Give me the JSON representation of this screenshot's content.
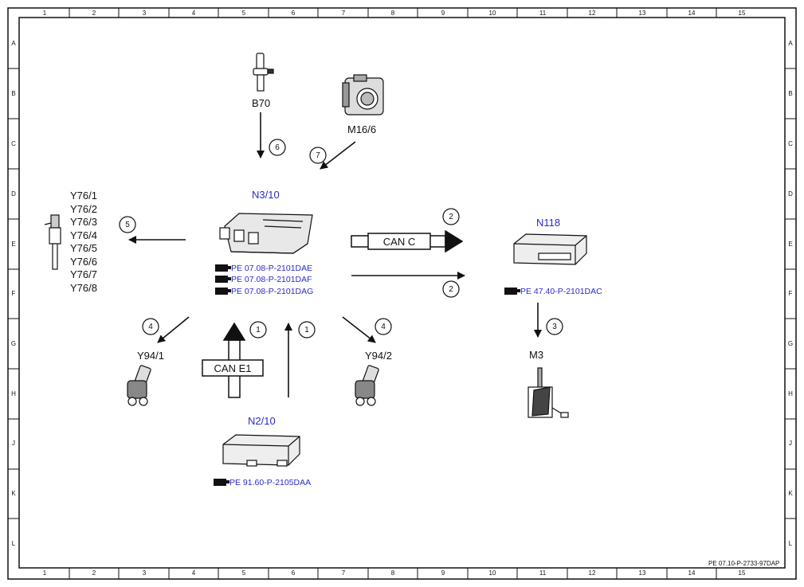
{
  "frame": {
    "columns": [
      "1",
      "2",
      "3",
      "4",
      "5",
      "6",
      "7",
      "8",
      "9",
      "10",
      "11",
      "12",
      "13",
      "14",
      "15"
    ],
    "rows": [
      "A",
      "B",
      "C",
      "D",
      "E",
      "F",
      "G",
      "H",
      "J",
      "K",
      "L"
    ]
  },
  "components": {
    "b70": "B70",
    "m16": "M16/6",
    "n3": "N3/10",
    "n118": "N118",
    "m3": "M3",
    "n2": "N2/10",
    "y94_1": "Y94/1",
    "y94_2": "Y94/2",
    "y76": [
      "Y76/1",
      "Y76/2",
      "Y76/3",
      "Y76/4",
      "Y76/5",
      "Y76/6",
      "Y76/7",
      "Y76/8"
    ]
  },
  "refs": {
    "n3": [
      "PE 07.08-P-2101DAE",
      "PE 07.08-P-2101DAF",
      "PE 07.08-P-2101DAG"
    ],
    "n118": "PE 47.40-P-2101DAC",
    "n2": "PE 91.60-P-2105DAA"
  },
  "bus": {
    "can_c": "CAN C",
    "can_e1": "CAN E1"
  },
  "callouts": {
    "c1a": "1",
    "c1b": "1",
    "c2a": "2",
    "c2b": "2",
    "c3": "3",
    "c4a": "4",
    "c4b": "4",
    "c5": "5",
    "c6": "6",
    "c7": "7"
  },
  "footer": "PE 07.10-P-2733-97DAP",
  "colors": {
    "reference_blue": "#2a2ad0",
    "line": "#111111"
  }
}
